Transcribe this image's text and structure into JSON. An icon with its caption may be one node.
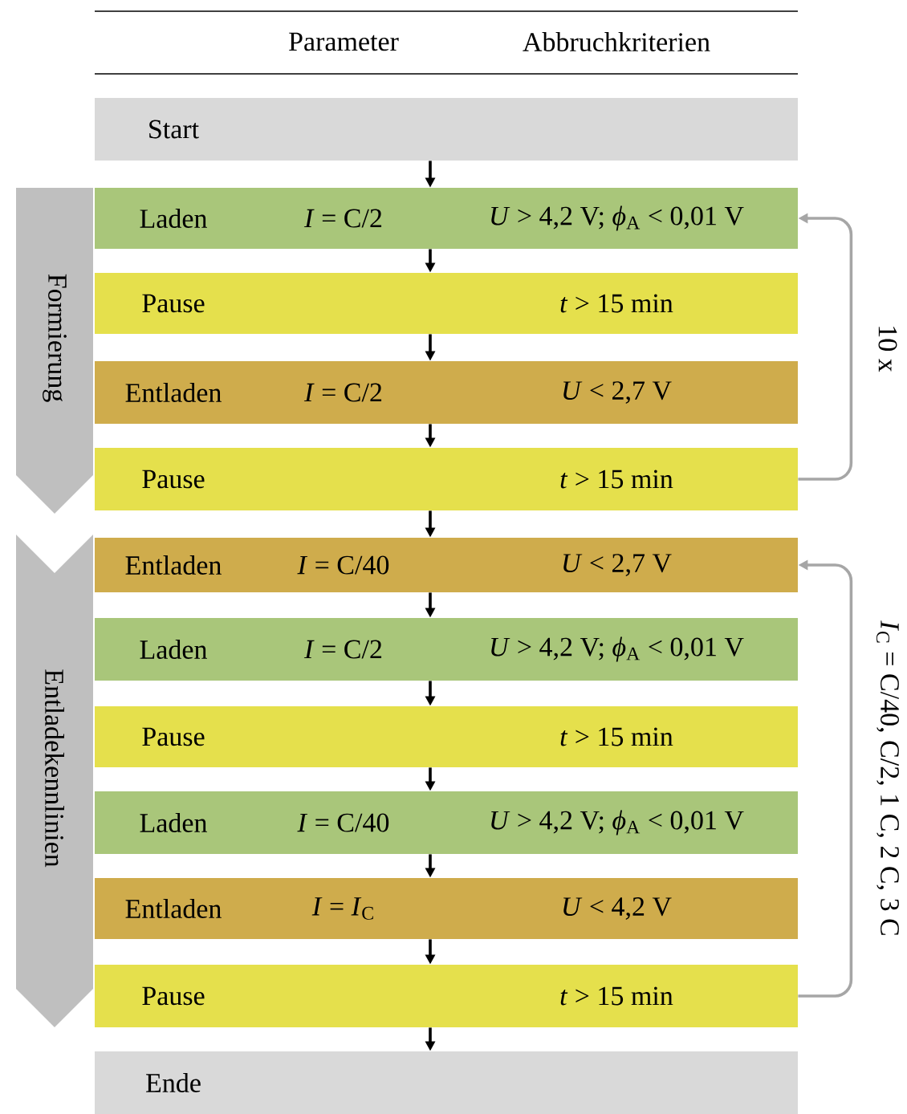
{
  "diagram": {
    "nodes": [
      {
        "text": [
          "Start"
        ]
      },
      {
        "text": [
          "Formierung"
        ]
      },
      {
        "text": [
          "Laden",
          "*I* = C/2",
          "*U* > 4,2 V; *ϕ*$_{A}$ < 0,01 V"
        ]
      },
      {
        "text": [
          "Pause",
          "*t* > 15 min"
        ]
      },
      {
        "text": [
          "Entladen",
          "*I* = C/2",
          "*U* < 2,7 V"
        ]
      },
      {
        "text": [
          "Pause",
          "*t* > 15 min"
        ]
      },
      {
        "text": [
          "Entladekennlinien"
        ]
      },
      {
        "text": [
          "Entladen",
          "*I* = C/40",
          "*U* < 2,7 V"
        ]
      },
      {
        "text": [
          "Laden",
          "*I* = C/2",
          "*U* > 4,2 V; *ϕ*$_{A}$ < 0,01 V"
        ]
      },
      {
        "text": [
          "Pause",
          "*t* > 15 min"
        ]
      },
      {
        "text": [
          "Laden",
          "*I* = C/40",
          "*U* > 4,2 V; *ϕ*$_{A}$ < 0,01 V"
        ]
      },
      {
        "text": [
          "Entladen",
          "*I* = *I*$_{C}$",
          "*U* < 4,2 V"
        ]
      },
      {
        "text": [
          "Pause",
          "*t* > 15 min"
        ]
      },
      {
        "text": [
          "Ende"
        ]
      }
    ],
    "edges": [
      {
        "from": 0,
        "to": 2,
        "arrow": "to"
      },
      {
        "from": 2,
        "to": 3,
        "arrow": "to"
      },
      {
        "from": 3,
        "to": 4,
        "arrow": "to"
      },
      {
        "from": 4,
        "to": 5,
        "arrow": "to"
      },
      {
        "from": 5,
        "to": 7,
        "arrow": "to"
      },
      {
        "from": 7,
        "to": 8,
        "arrow": "to"
      },
      {
        "from": 8,
        "to": 9,
        "arrow": "to"
      },
      {
        "from": 9,
        "to": 10,
        "arrow": "to"
      },
      {
        "from": 10,
        "to": 11,
        "arrow": "to"
      },
      {
        "from": 11,
        "to": 12,
        "arrow": "to"
      },
      {
        "from": 12,
        "to": 13,
        "arrow": "to"
      },
      {
        "from": 5,
        "to": 2,
        "arrow": "to",
        "label": "10 x",
        "color": "#a6a6a6"
      },
      {
        "from": 12,
        "to": 7,
        "arrow": "to",
        "label": "*I*$_{C}$ = C/40, C/2, 1 C, 2 C, 3 C",
        "color": "#a6a6a6"
      }
    ],
    "labels": [
      "Parameter",
      "Abbruchkriterien"
    ]
  }
}
